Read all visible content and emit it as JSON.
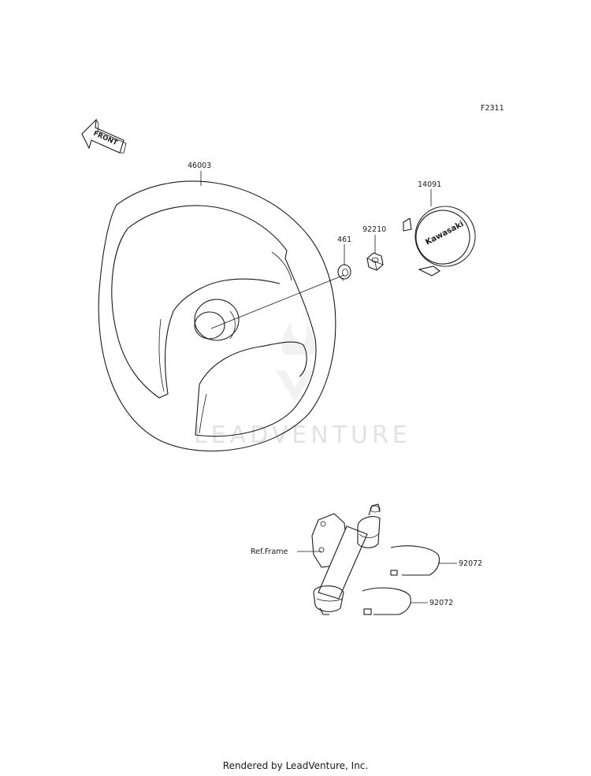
{
  "figure_code": "F2311",
  "front_arrow_text": "FRONT",
  "emblem_text": "Kawasaki",
  "watermark_text": "LEADVENTURE",
  "parts": {
    "steering_wheel": "46003",
    "emblem_cover": "14091",
    "nut": "92210",
    "washer": "461",
    "clamp_upper": "92072",
    "clamp_lower": "92072"
  },
  "ref_frame": "Ref.Frame",
  "footer": "Rendered by LeadVenture, Inc."
}
